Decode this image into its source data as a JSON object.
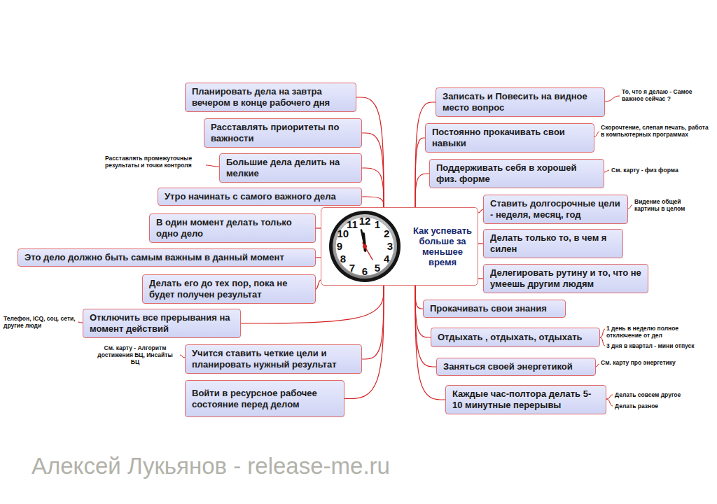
{
  "diagram": {
    "nodes": [
      {
        "text": [
          "Как успевать больше за меньшее время"
        ]
      },
      {
        "text": [
          "Планировать дела на завтра вечером в конце рабочего дня"
        ]
      },
      {
        "text": [
          "Расставлять приоритеты по важности"
        ]
      },
      {
        "text": [
          "Большие дела делить на мелкие"
        ]
      },
      {
        "text": [
          "Утро начинать с самого важного дела"
        ]
      },
      {
        "text": [
          "В один момент делать только одно дело"
        ]
      },
      {
        "text": [
          "Это дело должно быть самым важным в данный момент"
        ]
      },
      {
        "text": [
          "Делать его до тех пор, пока не будет получен результат"
        ]
      },
      {
        "text": [
          "Отключить все прерывания на момент действий"
        ]
      },
      {
        "text": [
          "Учится ставить четкие цели и планировать нужный результат"
        ]
      },
      {
        "text": [
          "Войти в ресурсное рабочее состояние перед делом"
        ]
      },
      {
        "text": [
          "Записать и Повесить на видное место вопрос"
        ]
      },
      {
        "text": [
          "Постоянно прокачивать свои навыки"
        ]
      },
      {
        "text": [
          "Поддерживать себя в хорошей физ. форме"
        ]
      },
      {
        "text": [
          "Ставить долгосрочные цели - неделя, месяц, год"
        ]
      },
      {
        "text": [
          "Делать только то, в чем я силен"
        ]
      },
      {
        "text": [
          "Делегировать рутину и то, что не умеешь другим людям"
        ]
      },
      {
        "text": [
          "Прокачивать свои знания"
        ]
      },
      {
        "text": [
          "Отдыхать , отдыхать, отдыхать"
        ]
      },
      {
        "text": [
          "Заняться своей энергетикой"
        ]
      },
      {
        "text": [
          "Каждые час-полтора делать 5-10 минутные перерывы"
        ]
      }
    ],
    "edges": [
      {
        "from": 0,
        "to": 1,
        "arrow": "none"
      },
      {
        "from": 0,
        "to": 2,
        "arrow": "none"
      },
      {
        "from": 0,
        "to": 3,
        "arrow": "none"
      },
      {
        "from": 0,
        "to": 4,
        "arrow": "none"
      },
      {
        "from": 0,
        "to": 5,
        "arrow": "none"
      },
      {
        "from": 0,
        "to": 6,
        "arrow": "none"
      },
      {
        "from": 0,
        "to": 7,
        "arrow": "none"
      },
      {
        "from": 0,
        "to": 8,
        "arrow": "none"
      },
      {
        "from": 0,
        "to": 9,
        "arrow": "none"
      },
      {
        "from": 0,
        "to": 10,
        "arrow": "none"
      },
      {
        "from": 0,
        "to": 11,
        "arrow": "none"
      },
      {
        "from": 0,
        "to": 12,
        "arrow": "none"
      },
      {
        "from": 0,
        "to": 13,
        "arrow": "none"
      },
      {
        "from": 0,
        "to": 14,
        "arrow": "none"
      },
      {
        "from": 0,
        "to": 15,
        "arrow": "none"
      },
      {
        "from": 0,
        "to": 16,
        "arrow": "none"
      },
      {
        "from": 0,
        "to": 17,
        "arrow": "none"
      },
      {
        "from": 0,
        "to": 18,
        "arrow": "none"
      },
      {
        "from": 0,
        "to": 19,
        "arrow": "none"
      },
      {
        "from": 0,
        "to": 20,
        "arrow": "none"
      }
    ],
    "labels": [
      "Расставлять промежуточные результаты и точки контроля",
      "Телефон, ICQ, соц. сети, другие люди",
      "См. карту - Алгоритм достижения БЦ, Инсайты БЦ",
      "То, что я делаю - Самое важное сейчас ?",
      "Скорочтение, слепая печать, работа в компьютерных программах",
      "См. карту - физ форма",
      "Видение общей картины в целом",
      "1 день в неделю полное отключение от дел",
      "3 дня в квартал - мини отпуск",
      "См. карту про энергетику",
      "Делать совсем другое",
      "Делать разное",
      "12",
      "1",
      "2",
      "3",
      "4",
      "5",
      "6",
      "7",
      "8",
      "9",
      "10",
      "11",
      "Алексей Лукьянов - release-me.ru"
    ]
  }
}
